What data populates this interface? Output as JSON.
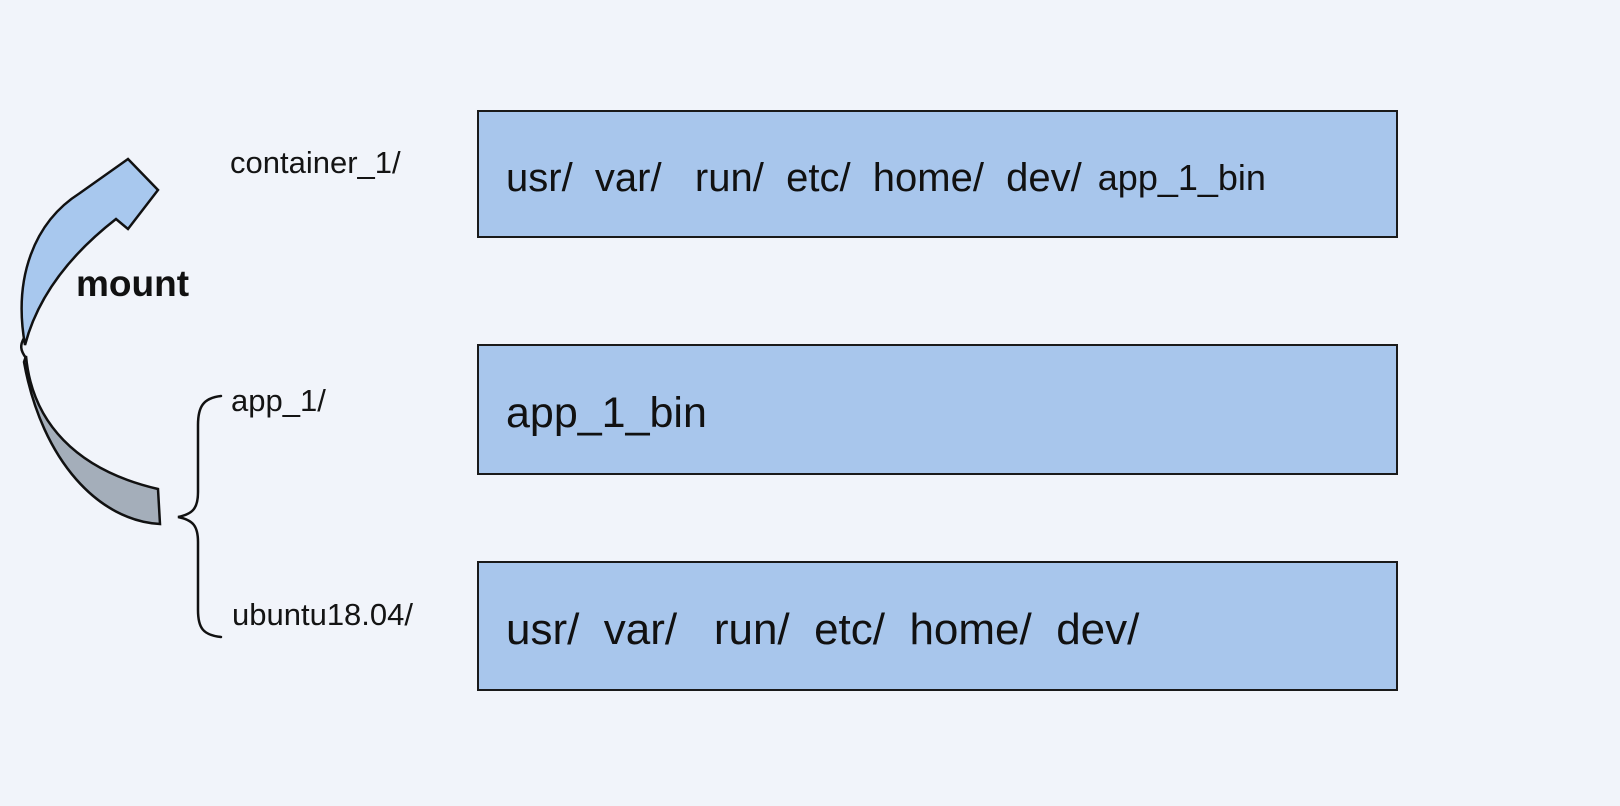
{
  "labels": {
    "container": "container_1/",
    "app": "app_1/",
    "ubuntu": "ubuntu18.04/",
    "mount": "mount"
  },
  "boxes": {
    "container_fs": {
      "folders": "usr/  var/   run/  etc/  home/  dev/",
      "mounted": "app_1_bin"
    },
    "app_fs": {
      "content": "app_1_bin"
    },
    "ubuntu_fs": {
      "content": "usr/  var/   run/  etc/  home/  dev/"
    }
  },
  "icons": {
    "mount_arrow": "curved-mount-arrow",
    "group_brace": "curly-brace"
  },
  "colors": {
    "background": "#f1f4fa",
    "box_fill": "#a8c6ec",
    "box_border": "#1a1a1a",
    "arrow_blue": "#a8c8ee",
    "arrow_gray": "#a4aeba",
    "stroke": "#111111"
  }
}
